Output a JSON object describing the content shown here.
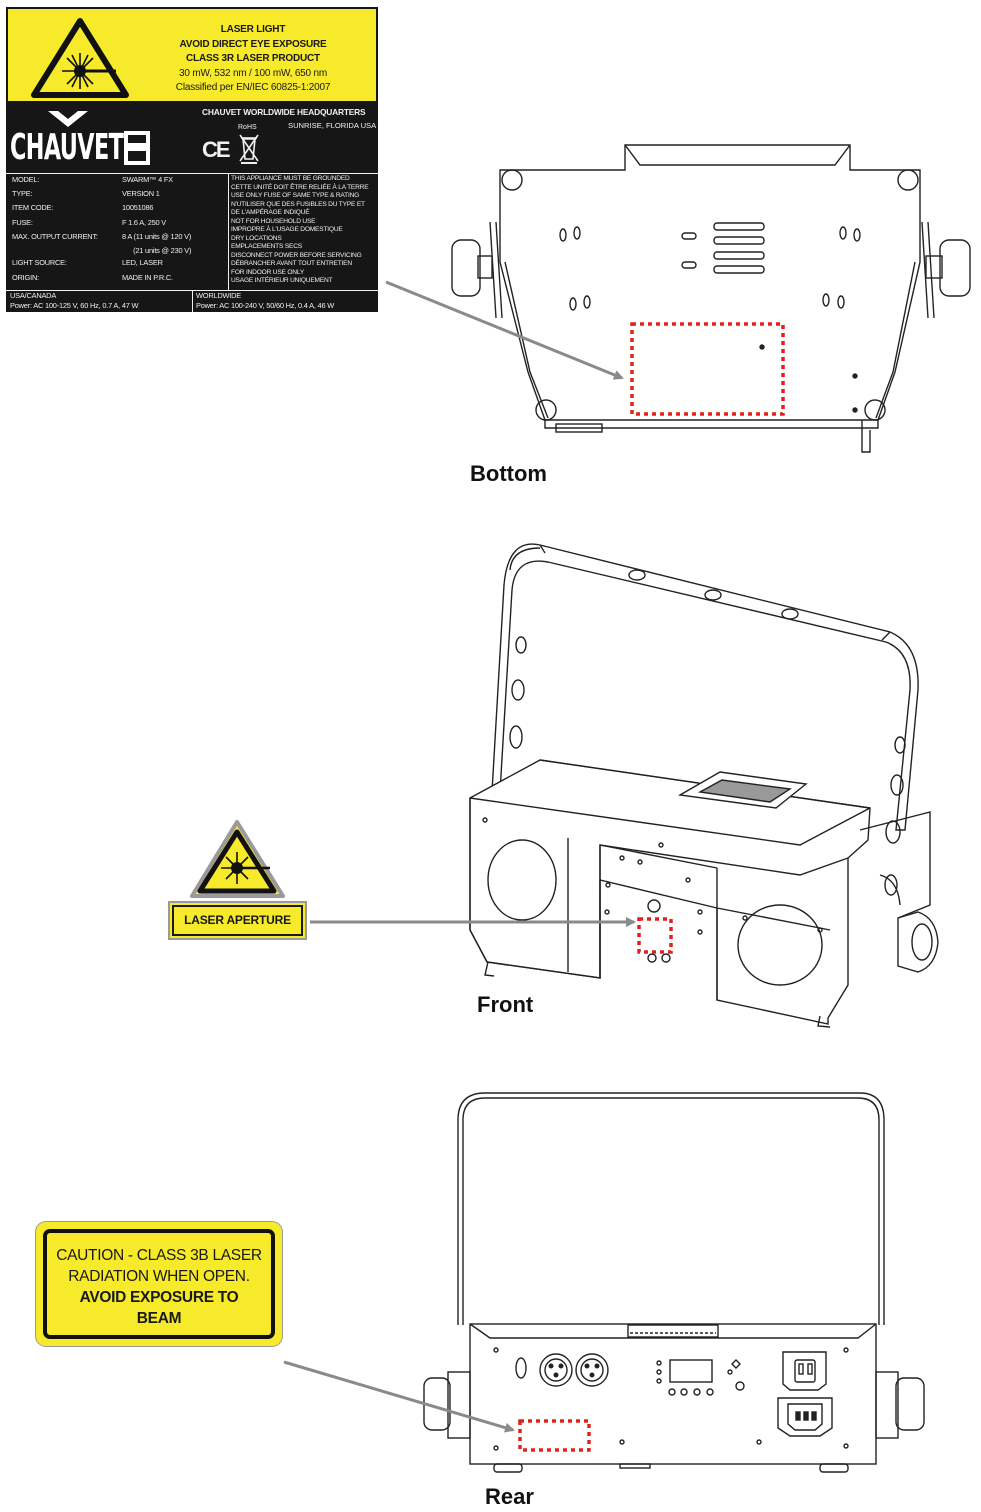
{
  "product_label": {
    "warning_lines": [
      "LASER LIGHT",
      "AVOID DIRECT EYE EXPOSURE",
      "CLASS 3R LASER PRODUCT",
      "30 mW, 532 nm / 100 mW, 650 nm",
      "Classified per EN/IEC 60825-1:2007"
    ],
    "brand": "CHAUVET",
    "hq_title": "CHAUVET WORLDWIDE HEADQUARTERS",
    "hq_location": "SUNRISE, FLORIDA USA",
    "ce_mark": "CE",
    "rohs": "RoHS",
    "specs": [
      {
        "key": "MODEL:",
        "value": "SWARM™ 4 FX"
      },
      {
        "key": "TYPE:",
        "value": "VERSION 1"
      },
      {
        "key": "ITEM CODE:",
        "value": "10051086"
      },
      {
        "key": "FUSE:",
        "value": "F 1.6 A, 250 V"
      },
      {
        "key": "MAX. OUTPUT CURRENT:",
        "value": "8 A  (11 units @ 120 V)"
      },
      {
        "key": "",
        "value": "      (21 units @ 230 V)"
      },
      {
        "key": "LIGHT SOURCE:",
        "value": "LED, LASER"
      },
      {
        "key": "ORIGIN:",
        "value": "MADE IN P.R.C."
      }
    ],
    "notes": [
      "THIS APPLIANCE MUST BE GROUNDED",
      "CETTE UNITÉ DOIT ÊTRE RELIÉE À LA TERRE",
      "USE ONLY FUSE OF SAME TYPE & RATING",
      "N'UTILISER QUE DES FUSIBLES DU TYPE ET",
      "DE L'AMPÉRAGE INDIQUÉ",
      "NOT FOR HOUSEHOLD USE",
      "IMPROPRE À L'USAGE DOMESTIQUE",
      "DRY LOCATIONS",
      "EMPLACEMENTS SECS",
      "DISCONNECT POWER BEFORE SERVICING",
      "DÉBRANCHER AVANT TOUT ENTRETIEN",
      "FOR INDOOR USE ONLY",
      "USAGE INTÉRIEUR UNIQUEMENT"
    ],
    "footer_left_title": "USA/CANADA",
    "footer_left_power": "Power: AC 100-125 V, 60 Hz, 0.7 A, 47 W",
    "footer_right_title": "WORLDWIDE",
    "footer_right_power": "Power: AC 100-240 V, 50/60 Hz, 0.4 A, 46 W"
  },
  "captions": {
    "bottom": "Bottom",
    "front": "Front",
    "rear": "Rear"
  },
  "laser_aperture_label": "LASER APERTURE",
  "caution_sign": {
    "line1": "CAUTION - CLASS 3B LASER",
    "line2": "RADIATION WHEN OPEN.",
    "line3": "AVOID EXPOSURE TO",
    "line4": "BEAM"
  },
  "colors": {
    "warning_yellow": "#f7ea2a",
    "label_black": "#161616",
    "highlight_red": "#e0221c",
    "arrow_gray": "#8a8a8a"
  }
}
